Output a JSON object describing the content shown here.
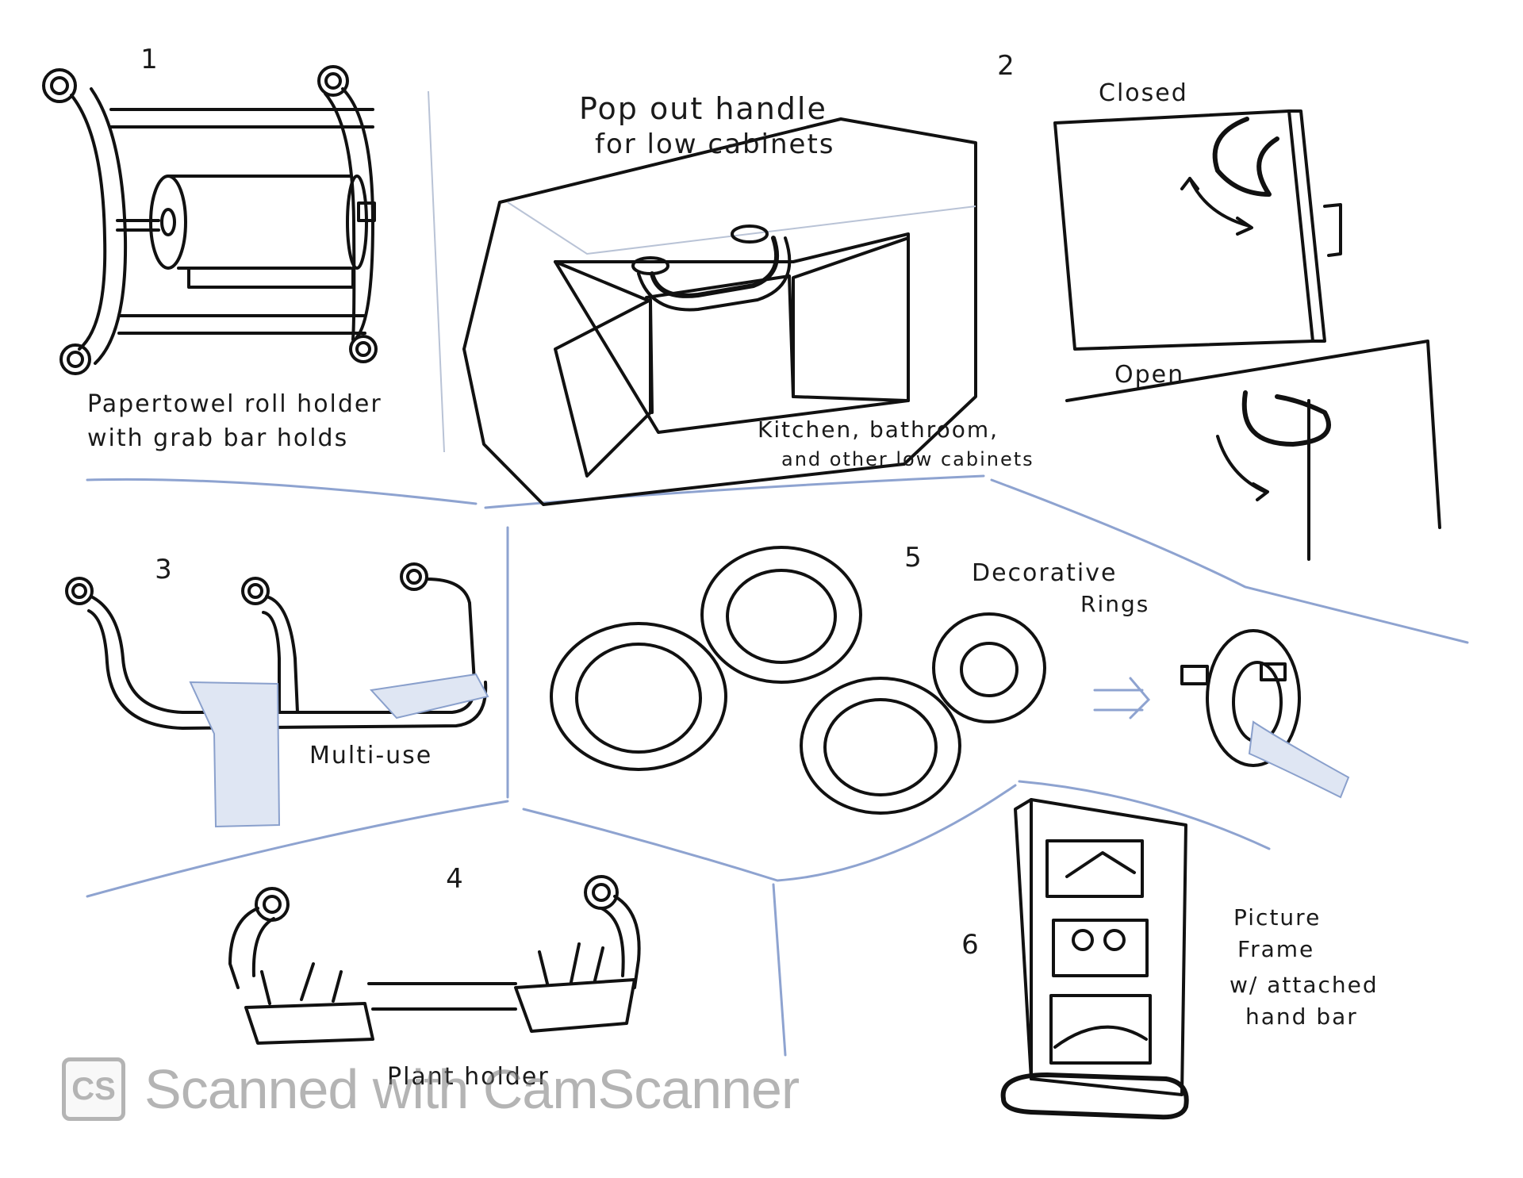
{
  "panels": [
    {
      "number": "1",
      "caption_lines": [
        "Papertowel roll holder",
        "with grab bar holds"
      ]
    },
    {
      "number": "2",
      "title_lines": [
        "Pop out handle",
        "for low cabinets"
      ],
      "state_closed": "Closed",
      "state_open": "Open",
      "caption_lines": [
        "Kitchen, bathroom,",
        "and other low cabinets"
      ]
    },
    {
      "number": "3",
      "caption": "Multi-use"
    },
    {
      "number": "4",
      "caption": "Plant holder"
    },
    {
      "number": "5",
      "title_lines": [
        "Decorative",
        "Rings"
      ]
    },
    {
      "number": "6",
      "caption_lines": [
        "Picture",
        "Frame",
        "w/ attached",
        "hand bar"
      ]
    }
  ],
  "watermark": {
    "logo": "CS",
    "text": "Scanned with CamScanner"
  },
  "colors": {
    "ink": "#111111",
    "divider_blue": "#7a93c8",
    "paper": "#ffffff"
  }
}
